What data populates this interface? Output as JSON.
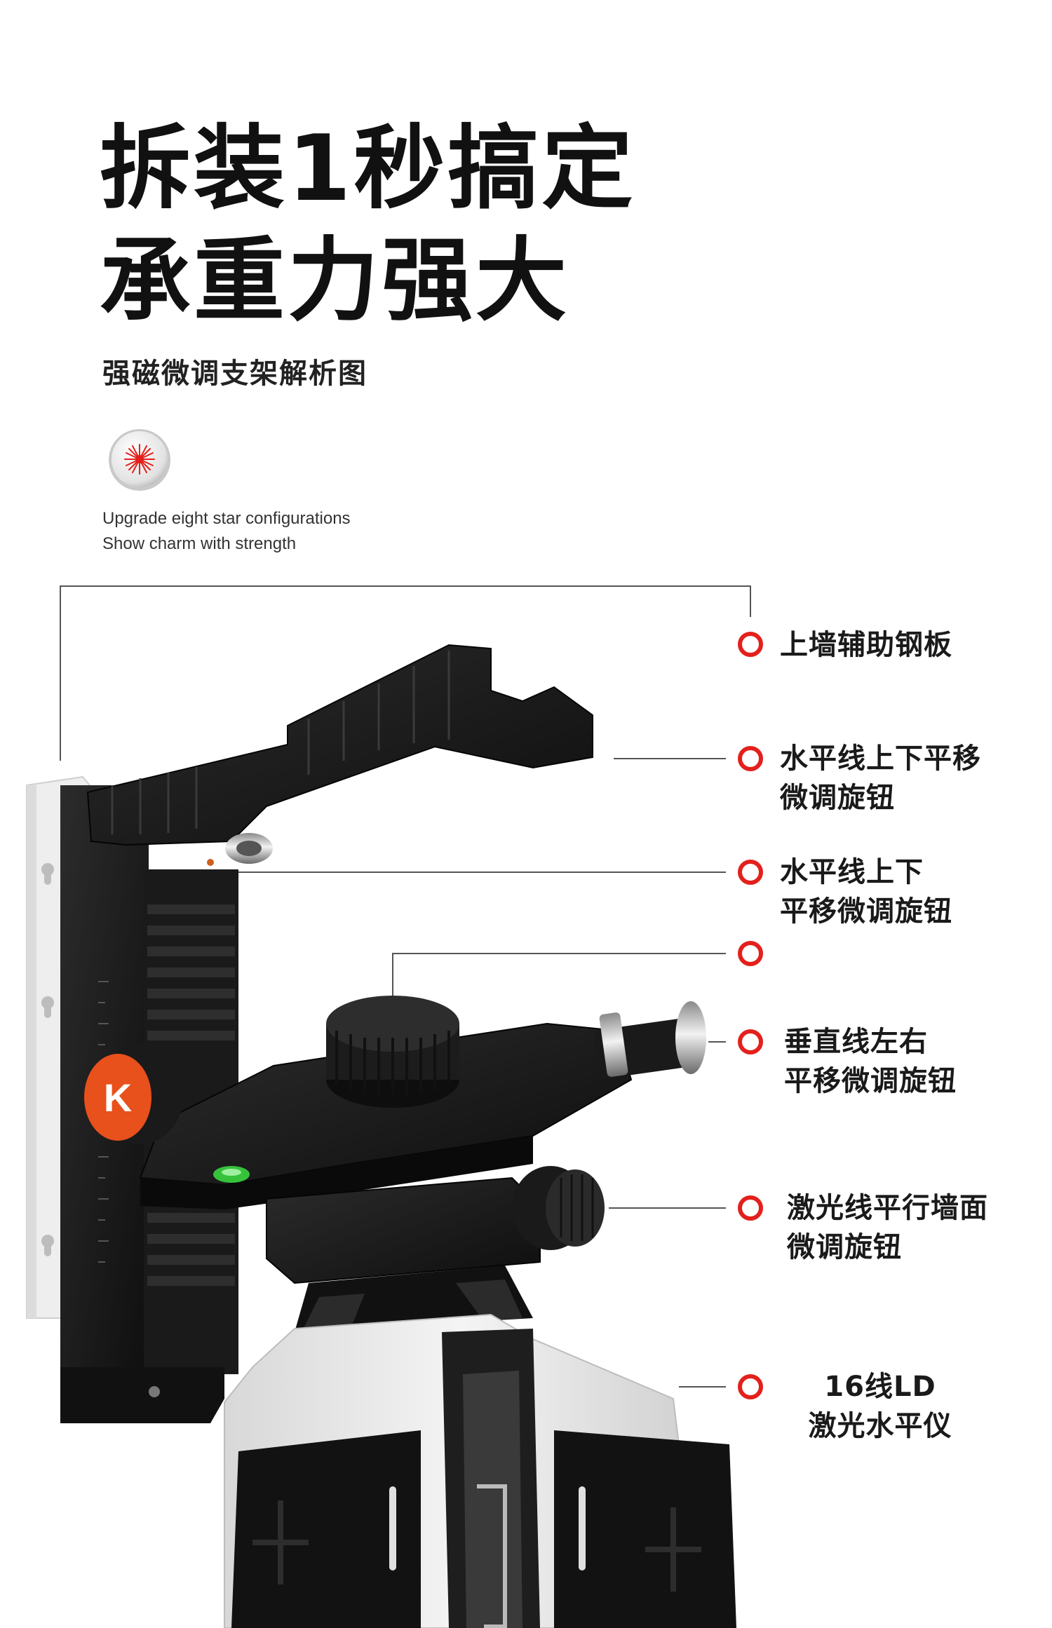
{
  "headline": {
    "line1": "拆装1秒搞定",
    "line2": "承重力强大"
  },
  "subtitle": "强磁微调支架解析图",
  "badge_icon": "laser-burst-icon",
  "tagline": {
    "line1": "Upgrade eight star configurations",
    "line2": "Show charm with strength"
  },
  "brand_logo": "K",
  "callouts": [
    {
      "line1": "上墙辅助钢板",
      "line2": ""
    },
    {
      "line1": "水平线上下平移",
      "line2": "微调旋钮"
    },
    {
      "line1": "水平线上下",
      "line2": "平移微调旋钮"
    },
    {
      "line1": "",
      "line2": ""
    },
    {
      "line1": "垂直线左右",
      "line2": "平移微调旋钮"
    },
    {
      "line1": "激光线平行墙面",
      "line2": "微调旋钮"
    },
    {
      "line1": "16线LD",
      "line2": "激光水平仪"
    }
  ],
  "colors": {
    "accent_red": "#e3201b",
    "text_dark": "#111111",
    "product_black": "#151515",
    "plate_white": "#eeeeee",
    "brand_orange": "#e8501c"
  }
}
